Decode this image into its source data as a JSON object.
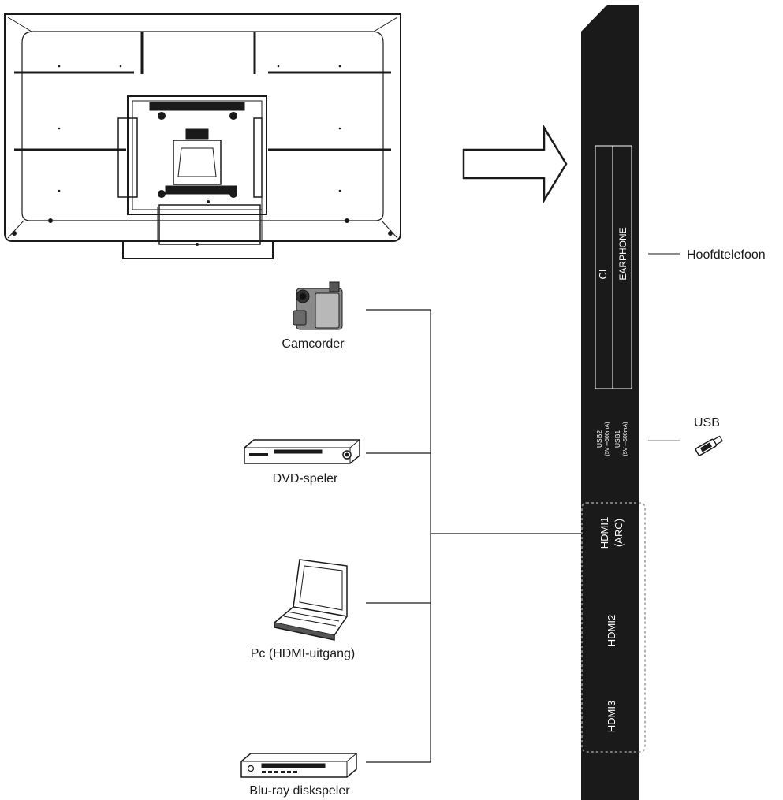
{
  "devices": {
    "camcorder": "Camcorder",
    "dvd": "DVD-speler",
    "pc": "Pc (HDMI-uitgang)",
    "bluray": "Blu-ray diskspeler"
  },
  "outputs": {
    "headphone": "Hoofdtelefoon",
    "usb": "USB"
  },
  "panel_ports": {
    "ci": "CI",
    "earphone": "EARPHONE",
    "usb2": "USB2",
    "usb2_spec": "(5V ⎓500mA)",
    "usb1": "USB1",
    "usb1_spec": "(5V ⎓500mA)",
    "hdmi1": "HDMI1",
    "hdmi1_arc": "(ARC)",
    "hdmi2": "HDMI2",
    "hdmi3": "HDMI3"
  },
  "colors": {
    "panel": "#1a1a1a",
    "line": "#1a1a1a",
    "dashed_group": "#999999"
  },
  "icons": [
    "tv-back-icon",
    "arrow-right-icon",
    "camcorder-icon",
    "dvd-player-icon",
    "laptop-icon",
    "bluray-player-icon",
    "usb-stick-icon"
  ]
}
